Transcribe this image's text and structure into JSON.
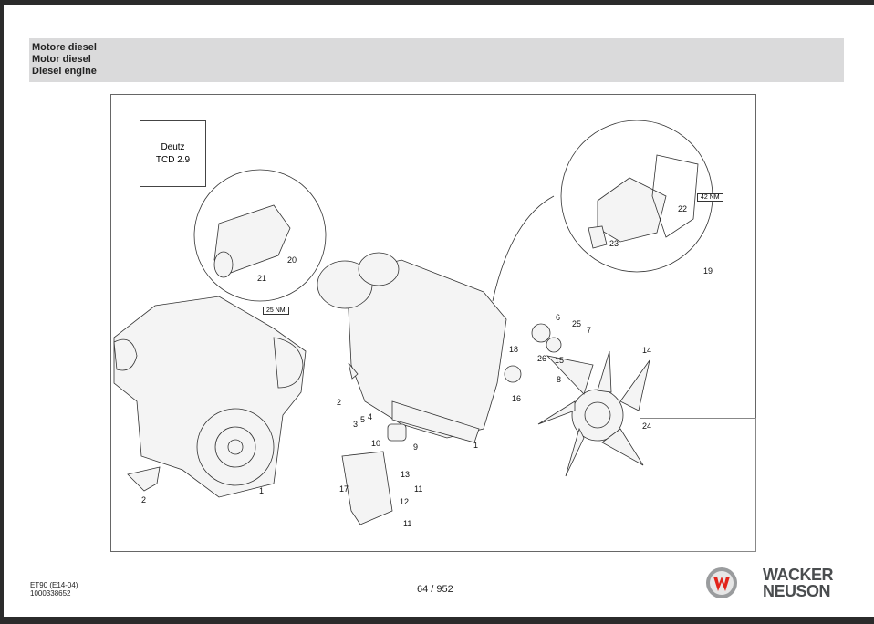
{
  "header": {
    "title_it": "Motore diesel",
    "title_de": "Motor diesel",
    "title_en": "Diesel engine"
  },
  "diagram": {
    "model_line1": "Deutz",
    "model_line2": "TCD 2.9",
    "torque_starter": "25 NM",
    "torque_alternator": "42 NM",
    "callouts": {
      "c1a": "1",
      "c1b": "1",
      "c2a": "2",
      "c2b": "2",
      "c3": "3",
      "c4": "4",
      "c5": "5",
      "c6": "6",
      "c7": "7",
      "c8": "8",
      "c9": "9",
      "c10": "10",
      "c11a": "11",
      "c11b": "11",
      "c12": "12",
      "c13": "13",
      "c14": "14",
      "c15": "15",
      "c16": "16",
      "c17": "17",
      "c18": "18",
      "c19": "19",
      "c20": "20",
      "c21": "21",
      "c22": "22",
      "c23": "23",
      "c24": "24",
      "c25": "25",
      "c26": "26"
    }
  },
  "footer": {
    "model": "ET90 (E14-04)",
    "doc_number": "1000338652",
    "page": "64 / 952"
  },
  "brand": {
    "line1": "WACKER",
    "line2": "NEUSON",
    "color": "#4a4d4f",
    "accent": "#e2231a"
  }
}
